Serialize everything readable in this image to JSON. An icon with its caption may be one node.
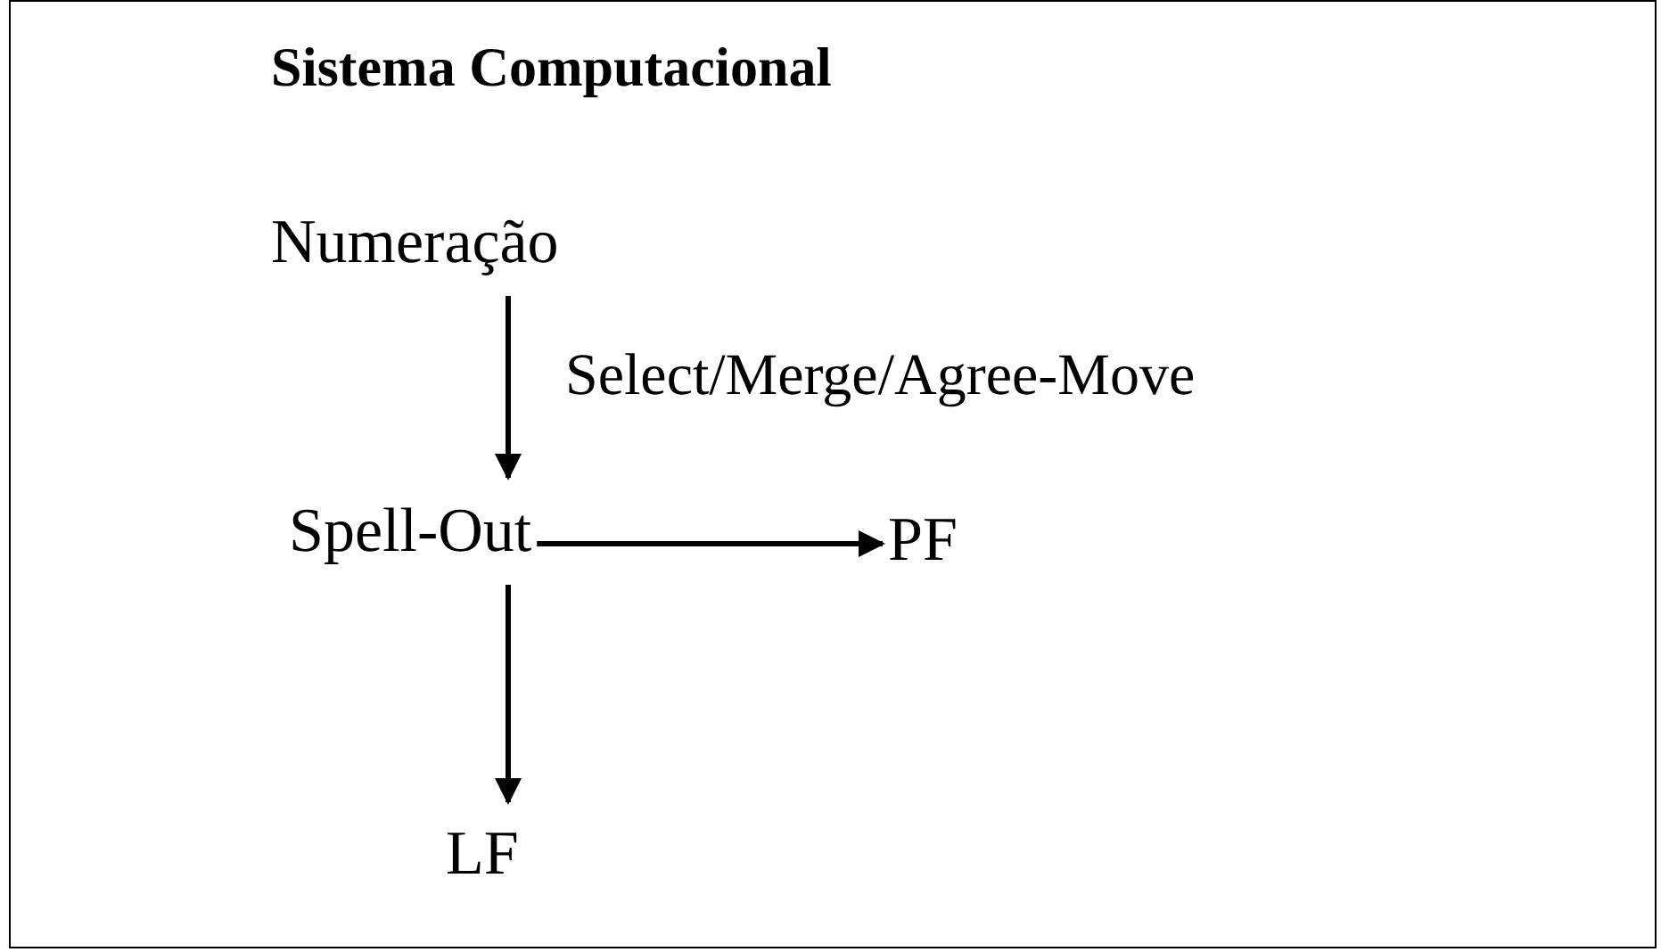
{
  "diagram": {
    "title": "Sistema Computacional",
    "nodes": [
      {
        "text": [
          "Numeração"
        ]
      },
      {
        "text": [
          "Spell-Out"
        ]
      },
      {
        "text": [
          "PF"
        ]
      },
      {
        "text": [
          "LF"
        ]
      }
    ],
    "edges": [
      {
        "from": 0,
        "to": 1,
        "arrow": "to",
        "label": "Select/Merge/Agree-Move"
      },
      {
        "from": 1,
        "to": 2,
        "arrow": "to"
      },
      {
        "from": 1,
        "to": 3,
        "arrow": "to"
      }
    ]
  }
}
